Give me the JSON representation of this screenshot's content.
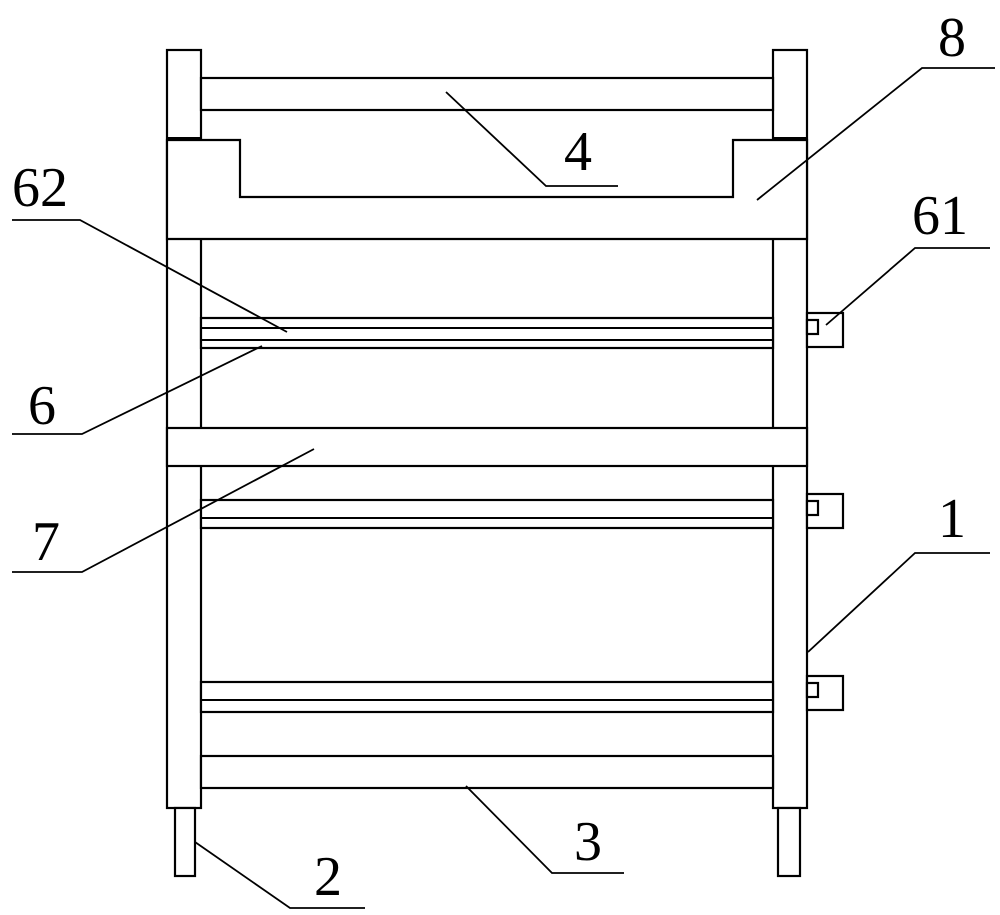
{
  "labels": {
    "frame": "1",
    "foot": "2",
    "bottom_crossbar": "3",
    "top_crossbar": "4",
    "shelf_rail": "6",
    "shelf_clip": "61",
    "shelf_groove": "62",
    "middle_beam": "7",
    "top_beam": "8"
  },
  "colors": {
    "stroke": "#000000",
    "background": "#ffffff"
  }
}
